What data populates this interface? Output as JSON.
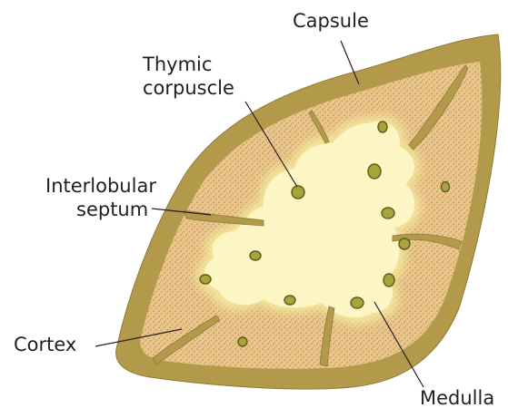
{
  "labels": {
    "capsule": "Capsule",
    "thymic_line1": "Thymic",
    "thymic_line2": "corpuscle",
    "interlobular_line1": "Interlobular",
    "interlobular_line2": "septum",
    "cortex": "Cortex",
    "medulla": "Medulla"
  },
  "colors": {
    "capsule": "#b39a4b",
    "cortex": "#ebc58a",
    "medulla_halo": "#f6eca3",
    "medulla": "#fbf6c3",
    "corpuscle_fill": "#a9a33c",
    "corpuscle_edge": "#5f5a1c",
    "stipple": "#6b5238",
    "line": "#231f20"
  }
}
